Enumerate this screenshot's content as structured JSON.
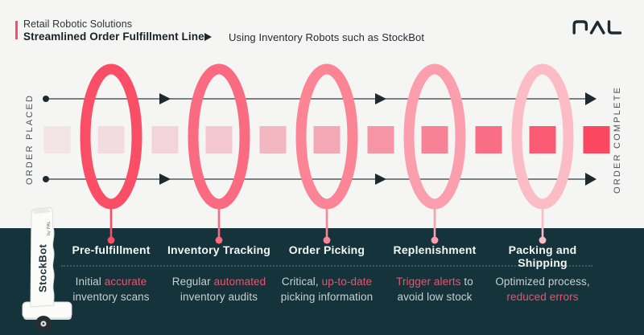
{
  "header": {
    "eyebrow": "Retail Robotic Solutions",
    "title": "Streamlined Order Fulfillment Line",
    "subtitle": "Using Inventory Robots such as StockBot"
  },
  "logo": {
    "brand": "PAL"
  },
  "colors": {
    "accent": "#f4506b",
    "highlight": "#e4566f",
    "panel": "#15333a",
    "line": "#333f46",
    "marker": "#1c2a30"
  },
  "flow": {
    "start_label": "ORDER PLACED",
    "end_label": "ORDER COMPLETE",
    "ring_colors": [
      "#fa4e67",
      "#fa6a80",
      "#fb8495",
      "#fb9fae",
      "#fcbcc6"
    ],
    "square_colors": [
      "#f3e4e6",
      "#f4dbdf",
      "#f3d4da",
      "#f4c6cf",
      "#f3b7c2",
      "#f4a7b4",
      "#f595a5",
      "#f78296",
      "#f96e85",
      "#fa5a73",
      "#fb4760"
    ]
  },
  "robot": {
    "name": "StockBot",
    "byline": "by PAL"
  },
  "columns": [
    {
      "title": "Pre-fulfillment",
      "l1_pre": "Initial ",
      "l1_red": "accurate",
      "l1_post": "",
      "l2_pre": "inventory scans",
      "l2_red": "",
      "l2_post": ""
    },
    {
      "title": "Inventory Tracking",
      "l1_pre": "Regular ",
      "l1_red": "automated",
      "l1_post": "",
      "l2_pre": "inventory audits",
      "l2_red": "",
      "l2_post": ""
    },
    {
      "title": "Order Picking",
      "l1_pre": "Critical, ",
      "l1_red": "up-to-date",
      "l1_post": "",
      "l2_pre": "picking information",
      "l2_red": "",
      "l2_post": ""
    },
    {
      "title": "Replenishment",
      "l1_pre": "",
      "l1_red": "Trigger alerts",
      "l1_post": " to",
      "l2_pre": "avoid low stock",
      "l2_red": "",
      "l2_post": ""
    },
    {
      "title": "Packing and Shipping",
      "l1_pre": "Optimized process,",
      "l1_red": "",
      "l1_post": "",
      "l2_pre": "",
      "l2_red": "reduced errors",
      "l2_post": ""
    }
  ]
}
